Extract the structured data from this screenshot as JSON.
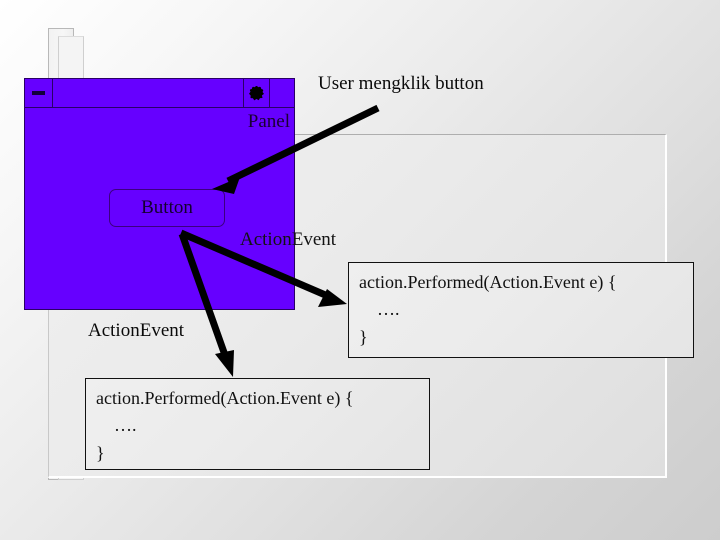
{
  "window": {
    "title": "",
    "titlebar": {
      "minimize_icon": "minimize-icon",
      "app_icon": "starburst-icon"
    },
    "panel_label": "Panel",
    "button_label": "Button",
    "accent_color": "#6600ff"
  },
  "annotations": {
    "user_click": "User mengklik button",
    "action_event_right": "ActionEvent",
    "action_event_left": "ActionEvent"
  },
  "code_right": {
    "line1": "action.Performed(Action.Event e) {",
    "line2": "    ….",
    "line3": "}"
  },
  "code_bottom": {
    "line1": "action.Performed(Action.Event e) {",
    "line2": "    ….",
    "line3": "}"
  },
  "colors": {
    "background_light": "#f7f7f7",
    "background_dark": "#cdcdcd",
    "purple": "#6600ff",
    "arrow": "#000000",
    "code_border": "#111111"
  }
}
